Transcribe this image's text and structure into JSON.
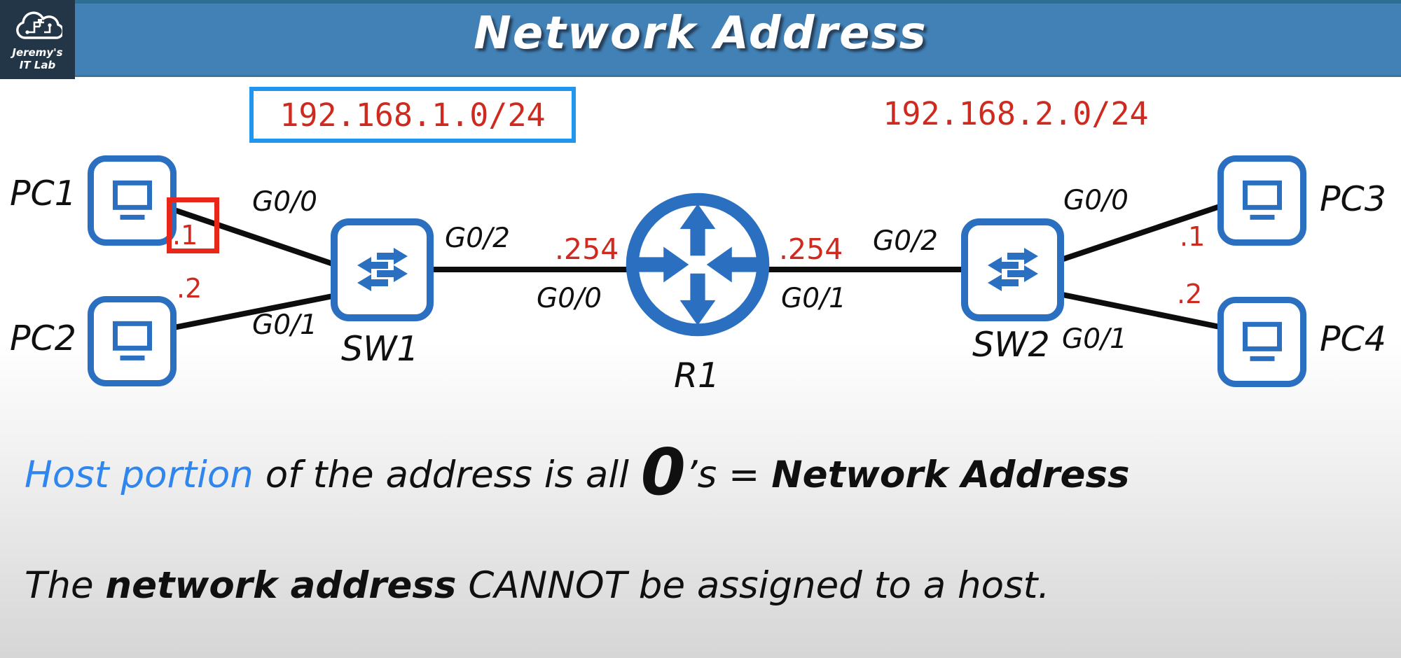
{
  "header": {
    "title": "Network Address",
    "logo": {
      "line1": "Jeremy's",
      "line2": "IT Lab"
    }
  },
  "subnets": {
    "left": {
      "cidr": "192.168.1.0/24",
      "boxed": true,
      "box_border_color": "#2096f0"
    },
    "right": {
      "cidr": "192.168.2.0/24",
      "boxed": false
    }
  },
  "devices": {
    "pc1": {
      "label": "PC1",
      "ip": ".1",
      "ip_highlighted": true
    },
    "pc2": {
      "label": "PC2",
      "ip": ".2"
    },
    "pc3": {
      "label": "PC3",
      "ip": ".1"
    },
    "pc4": {
      "label": "PC4",
      "ip": ".2"
    },
    "sw1": {
      "label": "SW1"
    },
    "sw2": {
      "label": "SW2"
    },
    "r1": {
      "label": "R1",
      "ip_left": ".254",
      "ip_right": ".254"
    }
  },
  "interfaces": {
    "sw1_g00": "G0/0",
    "sw1_g01": "G0/1",
    "sw1_g02": "G0/2",
    "r1_g00": "G0/0",
    "r1_g01": "G0/1",
    "sw2_g02": "G0/2",
    "sw2_g00": "G0/0",
    "sw2_g01": "G0/1"
  },
  "notes": {
    "line1": {
      "highlight": "Host portion",
      "mid": " of the address is all ",
      "zero": "0",
      "after_zero": "’s = ",
      "bold": "Network Address"
    },
    "line2": {
      "pre": "The ",
      "bold": "network address",
      "post": " CANNOT be assigned to a host."
    }
  },
  "colors": {
    "header_blue": "#4181b5",
    "logo_navy": "#233648",
    "device_blue": "#2b6fc0",
    "red_text": "#cf2a1f",
    "red_highlight_box": "#e8271a",
    "subnet_box_blue": "#2096f0",
    "host_portion_blue": "#2e86ee",
    "link_black": "#0d0d0d"
  }
}
